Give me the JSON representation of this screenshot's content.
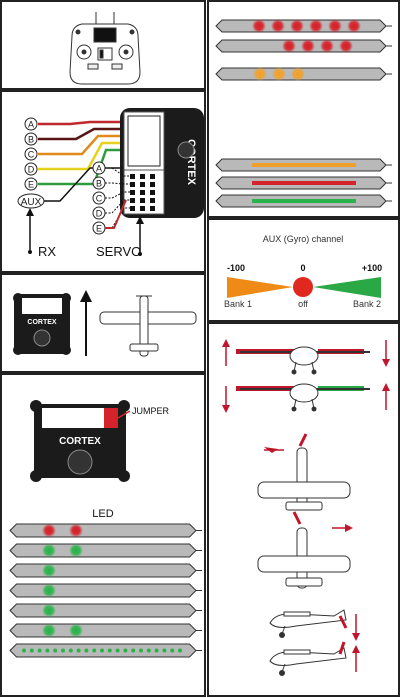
{
  "wiring": {
    "rx_ports": [
      "A",
      "B",
      "C",
      "D",
      "E"
    ],
    "aux_label": "AUX",
    "rx_label": "RX",
    "servo_ports": [
      "A",
      "B",
      "C",
      "D",
      "E"
    ],
    "servo_label": "SERVO",
    "wire_colors": [
      "#c0282d",
      "#5a1414",
      "#e08a1c",
      "#e4d21c",
      "#2e9c3c"
    ]
  },
  "brand": {
    "name": "CORTEX"
  },
  "jumper": {
    "label": "JUMPER"
  },
  "led_panel": {
    "title": "LED",
    "rows": [
      {
        "leds": [
          "red",
          "red"
        ]
      },
      {
        "leds": [
          "green",
          "green"
        ]
      },
      {
        "leds": [
          "green"
        ]
      },
      {
        "leds": [
          "green"
        ]
      },
      {
        "leds": [
          "green"
        ]
      },
      {
        "leds": [
          "green",
          "green"
        ]
      },
      {
        "leds": [
          "green-strip"
        ]
      }
    ]
  },
  "right_led_strips": {
    "top": [
      {
        "leds": [
          "red",
          "red",
          "red",
          "red",
          "red",
          "red"
        ]
      },
      {
        "leds": [
          "red",
          "red",
          "red",
          "red"
        ]
      },
      {
        "leds": [
          "orange",
          "orange",
          "orange"
        ]
      }
    ],
    "bottom": [
      {
        "bar": "orange"
      },
      {
        "bar": "red"
      },
      {
        "bar": "green"
      }
    ]
  },
  "aux_gyro": {
    "title": "AUX (Gyro) channel",
    "left_value": "-100",
    "center_value": "0",
    "right_value": "+100",
    "left_label": "Bank 1",
    "center_label": "off",
    "right_label": "Bank 2",
    "colors": {
      "left": "#ef8a17",
      "center": "#e0281f",
      "right": "#2aa845"
    }
  },
  "colors": {
    "red": "#d4232b",
    "green": "#2bb24c",
    "orange": "#f0a02a",
    "panel_border": "#222222",
    "strip_fill": "#b9b9b9"
  }
}
